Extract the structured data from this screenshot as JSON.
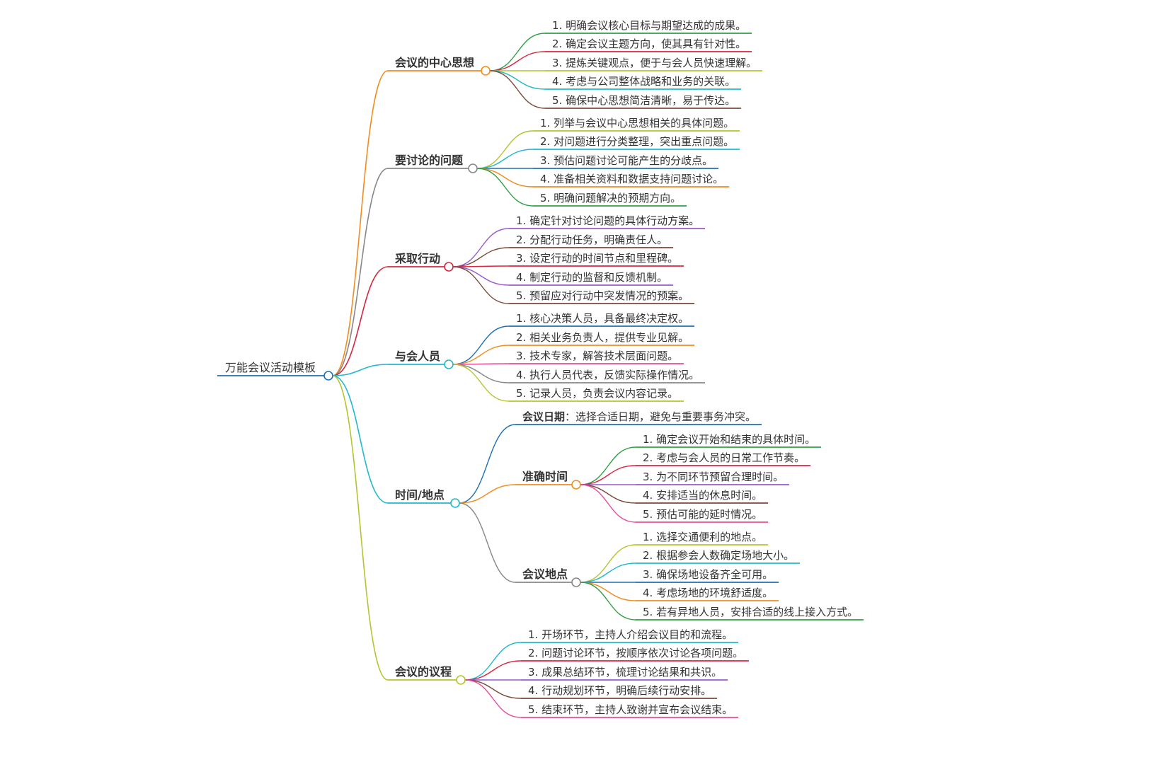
{
  "root": {
    "label": "万能会议活动模板"
  },
  "branches": [
    {
      "label": "会议的中心思想",
      "color": "#f28c1e",
      "children": [
        {
          "text": "1. 明确会议核心目标与期望达成的成果。",
          "color": "#2ea043"
        },
        {
          "text": "2. 确定会议主题方向，使其具有针对性。",
          "color": "#d7263d"
        },
        {
          "text": "3. 提炼关键观点，便于与会人员快速理解。",
          "color": "#b5c42d"
        },
        {
          "text": "4. 考虑与公司整体战略和业务的关联。",
          "color": "#1fb8cc"
        },
        {
          "text": "5. 确保中心思想简洁清晰，易于传达。",
          "color": "#7a4a3a"
        }
      ]
    },
    {
      "label": "要讨论的问题",
      "color": "#888888",
      "children": [
        {
          "text": "1. 列举与会议中心思想相关的具体问题。",
          "color": "#b5c42d"
        },
        {
          "text": "2. 对问题进行分类整理，突出重点问题。",
          "color": "#1fb8cc"
        },
        {
          "text": "3. 预估问题讨论可能产生的分歧点。",
          "color": "#1f6fb5"
        },
        {
          "text": "4. 准备相关资料和数据支持问题讨论。",
          "color": "#f28c1e"
        },
        {
          "text": "5. 明确问题解决的预期方向。",
          "color": "#2ea043"
        }
      ]
    },
    {
      "label": "采取行动",
      "color": "#d7263d",
      "children": [
        {
          "text": "1. 确定针对讨论问题的具体行动方案。",
          "color": "#9b59d0"
        },
        {
          "text": "2. 分配行动任务，明确责任人。",
          "color": "#7a4a3a"
        },
        {
          "text": "3. 设定行动的时间节点和里程碑。",
          "color": "#d7263d"
        },
        {
          "text": "4. 制定行动的监督和反馈机制。",
          "color": "#9b59d0"
        },
        {
          "text": "5. 预留应对行动中突发情况的预案。",
          "color": "#7a4a3a"
        }
      ]
    },
    {
      "label": "与会人员",
      "color": "#1fb8cc",
      "children": [
        {
          "text": "1. 核心决策人员，具备最终决定权。",
          "color": "#1f6fb5"
        },
        {
          "text": "2. 相关业务负责人，提供专业见解。",
          "color": "#f28c1e"
        },
        {
          "text": "3. 技术专家，解答技术层面问题。",
          "color": "#e84c9a"
        },
        {
          "text": "4. 执行人员代表，反馈实际操作情况。",
          "color": "#888888"
        },
        {
          "text": "5. 记录人员，负责会议内容记录。",
          "color": "#b5c42d"
        }
      ]
    },
    {
      "label": "时间/地点",
      "color": "#1fb8cc",
      "children": [
        {
          "label": "会议日期",
          "text": "：选择合适日期，避免与重要事务冲突。",
          "color": "#1f6fb5"
        },
        {
          "label": "准确时间",
          "color": "#f28c1e",
          "children": [
            {
              "text": "1. 确定会议开始和结束的具体时间。",
              "color": "#2ea043"
            },
            {
              "text": "2. 考虑与会人员的日常工作节奏。",
              "color": "#d7263d"
            },
            {
              "text": "3. 为不同环节预留合理时间。",
              "color": "#9b59d0"
            },
            {
              "text": "4. 安排适当的休息时间。",
              "color": "#7a4a3a"
            },
            {
              "text": "5. 预估可能的延时情况。",
              "color": "#e84c9a"
            }
          ]
        },
        {
          "label": "会议地点",
          "color": "#888888",
          "children": [
            {
              "text": "1. 选择交通便利的地点。",
              "color": "#b5c42d"
            },
            {
              "text": "2. 根据参会人数确定场地大小。",
              "color": "#1fb8cc"
            },
            {
              "text": "3. 确保场地设备齐全可用。",
              "color": "#1f6fb5"
            },
            {
              "text": "4. 考虑场地的环境舒适度。",
              "color": "#f28c1e"
            },
            {
              "text": "5. 若有异地人员，安排合适的线上接入方式。",
              "color": "#2ea043"
            }
          ]
        }
      ]
    },
    {
      "label": "会议的议程",
      "color": "#b5c42d",
      "children": [
        {
          "text": "1. 开场环节，主持人介绍会议目的和流程。",
          "color": "#1fb8cc"
        },
        {
          "text": "2. 问题讨论环节，按顺序依次讨论各项问题。",
          "color": "#d7263d"
        },
        {
          "text": "3. 成果总结环节，梳理讨论结果和共识。",
          "color": "#9b59d0"
        },
        {
          "text": "4. 行动规划环节，明确后续行动安排。",
          "color": "#7a4a3a"
        },
        {
          "text": "5. 结束环节，主持人致谢并宣布会议结束。",
          "color": "#e84c9a"
        }
      ]
    }
  ]
}
